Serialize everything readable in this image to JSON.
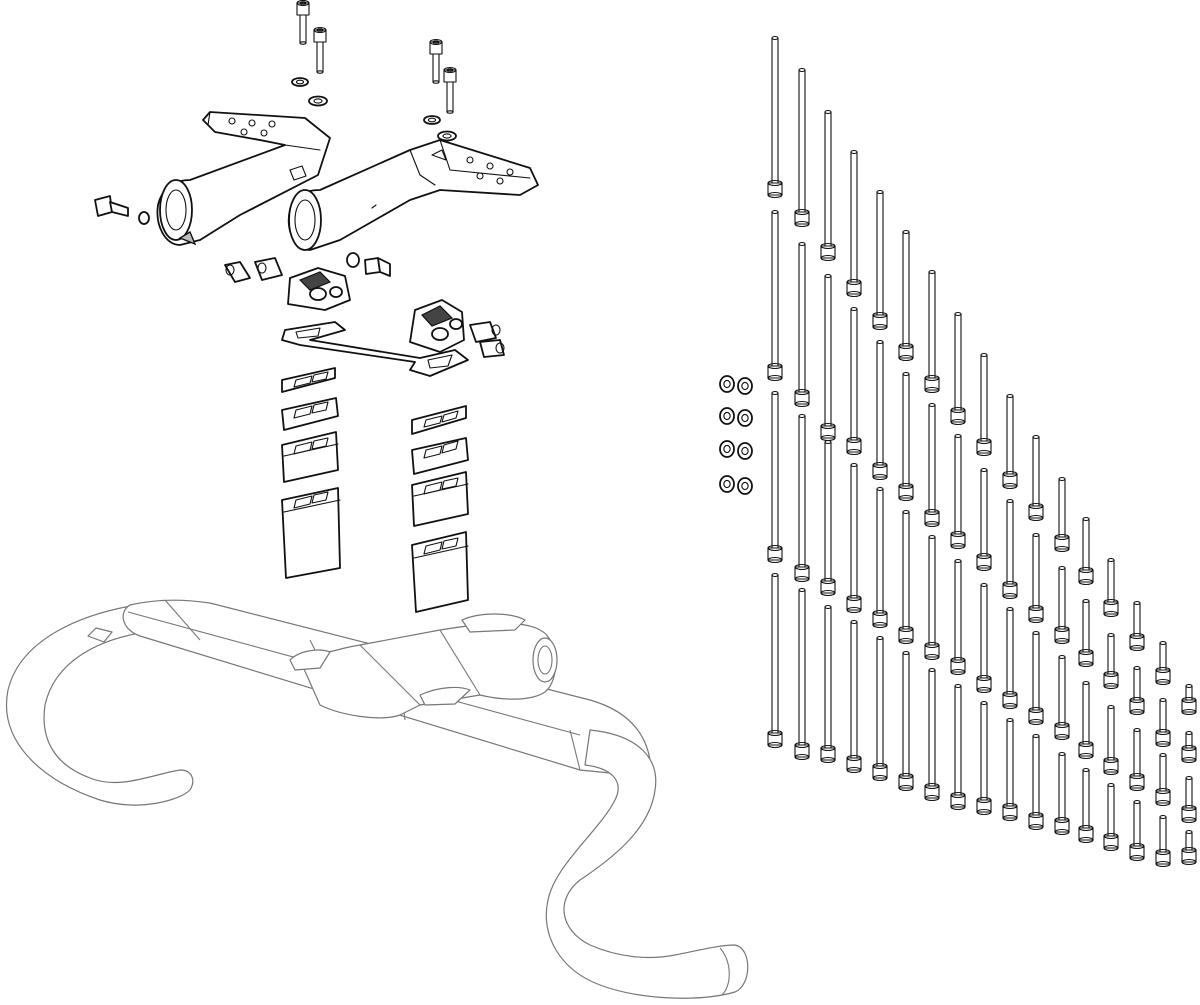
{
  "diagram": {
    "subject": "aero-extension-kit-exploded-view",
    "components": [
      {
        "name": "top-cap-bolt",
        "count": 4
      },
      {
        "name": "bolt-washer",
        "count": 4
      },
      {
        "name": "armrest-extension-left",
        "count": 1
      },
      {
        "name": "armrest-extension-right",
        "count": 1
      },
      {
        "name": "side-clamp-bolt",
        "count": 2
      },
      {
        "name": "clamp-pin",
        "count": 4
      },
      {
        "name": "stem-clamp-block",
        "count": 2
      },
      {
        "name": "bridge-plate",
        "count": 1
      },
      {
        "name": "spacer-stack-left",
        "count": 4
      },
      {
        "name": "spacer-stack-right",
        "count": 4
      },
      {
        "name": "integrated-handlebar",
        "count": 1
      },
      {
        "name": "loose-washer",
        "count": 8
      },
      {
        "name": "long-bolt-assortment",
        "count": 68
      }
    ]
  }
}
